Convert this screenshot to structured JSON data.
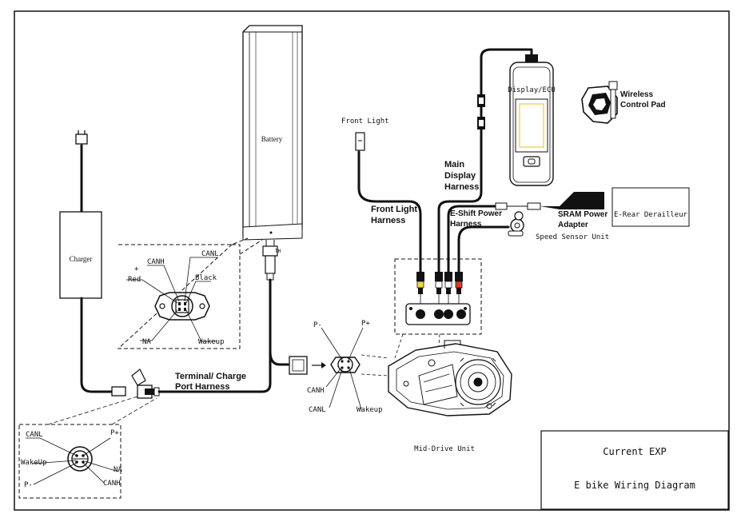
{
  "components": {
    "battery": "Battery",
    "charger": "Charger",
    "display": "Display/ECU",
    "front_light": "Front Light",
    "wireless_pad": "Wireless\nControl Pad",
    "rear_derailleur": "E-Rear Derailleur",
    "mid_drive": "Mid-Drive Unit",
    "speed_sensor": "Speed Sensor Unit",
    "sram_adapter": "SRAM Power\nAdapter"
  },
  "harnesses": {
    "front_light": "Front Light\nHarness",
    "main_display": "Main\nDisplay\nHarness",
    "eshift": "E-Shift Power\nHarness",
    "terminal_charge": "Terminal/ Charge\nPort Harness"
  },
  "battery_pins": {
    "canh": "CANH",
    "canl": "CANL",
    "plus": "+",
    "red": "Red",
    "black": "Black",
    "na": "NA",
    "wakeup": "Wakeup"
  },
  "motor_pins": {
    "pminus": "P-",
    "pplus": "P+",
    "canh": "CANH",
    "canl": "CANL",
    "wakeup": "Wakeup"
  },
  "port_pins": {
    "canl": "CANL",
    "pplus": "P+",
    "wakeup": "WakeUp",
    "na": "NA",
    "pminus": "P-",
    "canh": "CANH"
  },
  "connector_label": "TH",
  "title_block": {
    "title": "Current EXP",
    "subtitle": "E bike Wiring Diagram"
  }
}
